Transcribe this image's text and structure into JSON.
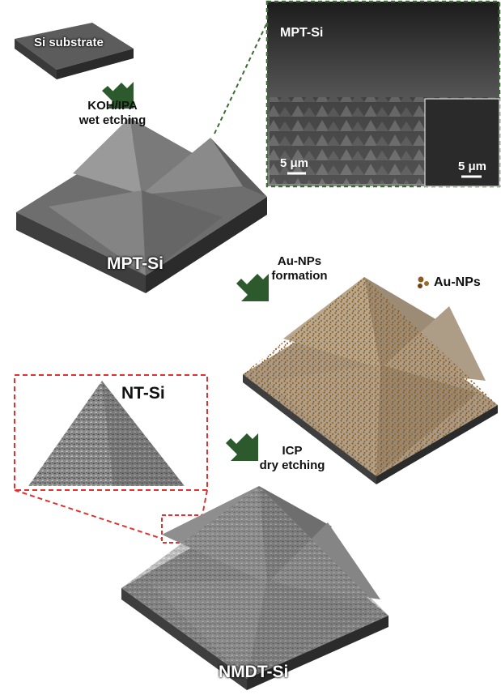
{
  "stages": {
    "substrate": "Si substrate",
    "mpt": "MPT-Si",
    "nmdt": "NMDT-Si"
  },
  "steps": {
    "wet_etch": [
      "KOH/IPA",
      "wet etching"
    ],
    "au_formation": [
      "Au-NPs",
      "formation"
    ],
    "icp_etch": [
      "ICP",
      "dry etching"
    ]
  },
  "legend": {
    "au_nps": "Au-NPs"
  },
  "sem": {
    "title": "MPT-Si",
    "scale_main": "5 μm",
    "scale_inset": "5 μm"
  },
  "inset": {
    "title": "NT-Si"
  },
  "colors": {
    "arrow": "#2c5a2c",
    "sem_border": "#3d6b35",
    "zoom_border": "#e03131",
    "au_particles": "#8a5a1e",
    "silicon": "#6b6b6b"
  }
}
